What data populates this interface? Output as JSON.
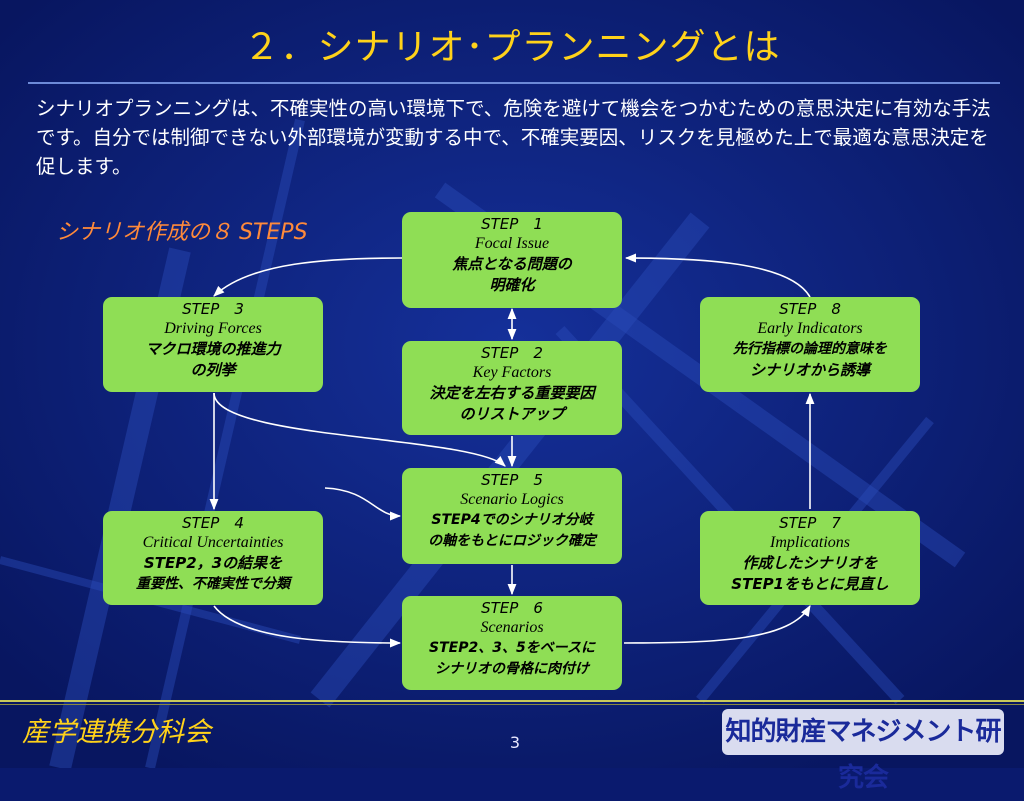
{
  "title": "２．シナリオ･プランニングとは",
  "intro": "シナリオプランニングは、不確実性の高い環境下で、危険を避けて機会をつかむための意思決定に有効な手法です。自分では制御できない外部環境が変動する中で、不確実要因、リスクを見極めた上で最適な意思決定を促します。",
  "subtitle": "シナリオ作成の８ STEPS",
  "steps": [
    {
      "step": "STEP　1",
      "en": "Focal Issue",
      "ja": [
        "焦点となる問題の",
        "明確化"
      ]
    },
    {
      "step": "STEP　2",
      "en": "Key Factors",
      "ja": [
        "決定を左右する重要要因",
        "のリストアップ"
      ]
    },
    {
      "step": "STEP　3",
      "en": "Driving Forces",
      "ja": [
        "マクロ環境の推進力",
        "の列挙"
      ]
    },
    {
      "step": "STEP　4",
      "en": "Critical Uncertainties",
      "ja": [
        "STEP2，3の結果を",
        "重要性、不確実性で分類"
      ]
    },
    {
      "step": "STEP　5",
      "en": "Scenario Logics",
      "ja": [
        "STEP4でのシナリオ分岐",
        "の軸をもとにロジック確定"
      ]
    },
    {
      "step": "STEP　6",
      "en": "Scenarios",
      "ja": [
        "STEP2、3、5をベースに",
        "シナリオの骨格に肉付け"
      ]
    },
    {
      "step": "STEP　7",
      "en": "Implications",
      "ja": [
        "作成したシナリオを",
        "STEP1をもとに見直し"
      ]
    },
    {
      "step": "STEP　8",
      "en": "Early Indicators",
      "ja": [
        "先行指標の論理的意味を",
        "シナリオから誘導"
      ]
    }
  ],
  "footer": {
    "left": "産学連携分科会",
    "page": "3",
    "logo": "知的財産マネジメント研究会"
  },
  "colors": {
    "background": "#0a1a6e",
    "title": "#ffd21a",
    "subtitle": "#ff8a3a",
    "box": "#8fde55"
  }
}
